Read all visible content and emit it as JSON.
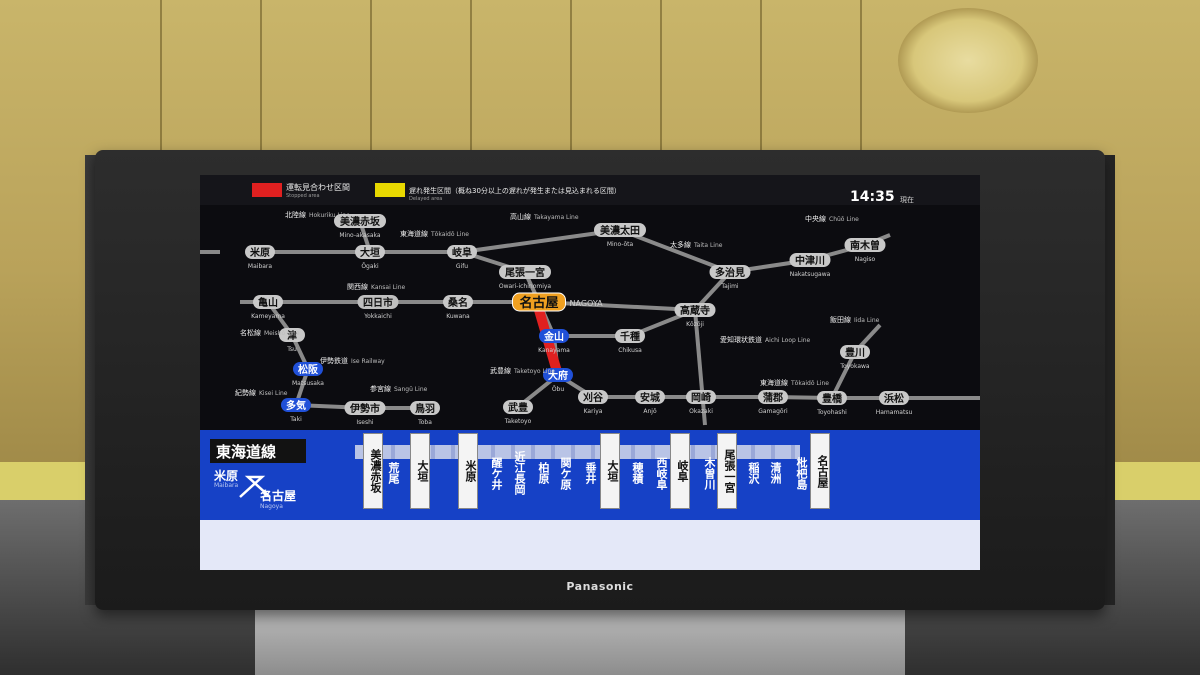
{
  "legend": {
    "stopped_label": "運転見合わせ区間",
    "stopped_sub": "Stopped area",
    "delayed_label": "遅れ発生区間（概ね30分以上の遅れが発生または見込まれる区間）",
    "delayed_sub": "Delayed area",
    "stopped_color": "#e02020",
    "delayed_color": "#e8d800"
  },
  "clock": {
    "time": "14:35",
    "suffix": "現在"
  },
  "brand": "Panasonic",
  "map": {
    "lines": [
      {
        "jp": "北陸線",
        "en": "Hokuriku Line"
      },
      {
        "jp": "東海道線",
        "en": "Tōkaidō Line"
      },
      {
        "jp": "高山線",
        "en": "Takayama Line"
      },
      {
        "jp": "太多線",
        "en": "Taita Line"
      },
      {
        "jp": "中央線",
        "en": "Chūō Line"
      },
      {
        "jp": "関西線",
        "en": "Kansai Line"
      },
      {
        "jp": "伊勢鉄道",
        "en": "Ise Railway"
      },
      {
        "jp": "名松線",
        "en": "Meishō Line"
      },
      {
        "jp": "紀勢線",
        "en": "Kisei Line"
      },
      {
        "jp": "参宮線",
        "en": "Sangū Line"
      },
      {
        "jp": "武豊線",
        "en": "Taketoyo Line"
      },
      {
        "jp": "愛知環状鉄道",
        "en": "Aichi Loop Line"
      },
      {
        "jp": "飯田線",
        "en": "Iida Line"
      },
      {
        "jp": "東海道線",
        "en": "Tōkaidō Line"
      }
    ],
    "stations": [
      {
        "jp": "米原",
        "en": "Maibara"
      },
      {
        "jp": "大垣",
        "en": "Ōgaki"
      },
      {
        "jp": "美濃赤坂",
        "en": "Mino-akasaka"
      },
      {
        "jp": "岐阜",
        "en": "Gifu"
      },
      {
        "jp": "尾張一宮",
        "en": "Owari-ichinomiya"
      },
      {
        "jp": "美濃太田",
        "en": "Mino-ōta"
      },
      {
        "jp": "多治見",
        "en": "Tajimi"
      },
      {
        "jp": "中津川",
        "en": "Nakatsugawa"
      },
      {
        "jp": "南木曽",
        "en": "Nagiso"
      },
      {
        "jp": "亀山",
        "en": "Kameyama"
      },
      {
        "jp": "四日市",
        "en": "Yokkaichi"
      },
      {
        "jp": "桑名",
        "en": "Kuwana"
      },
      {
        "jp": "名古屋",
        "en": "NAGOYA"
      },
      {
        "jp": "高蔵寺",
        "en": "Kōzōji"
      },
      {
        "jp": "津",
        "en": "Tsu"
      },
      {
        "jp": "金山",
        "en": "Kanayama"
      },
      {
        "jp": "千種",
        "en": "Chikusa"
      },
      {
        "jp": "松阪",
        "en": "Matsusaka"
      },
      {
        "jp": "大府",
        "en": "Ōbu"
      },
      {
        "jp": "豊川",
        "en": "Toyokawa"
      },
      {
        "jp": "多気",
        "en": "Taki"
      },
      {
        "jp": "伊勢市",
        "en": "Iseshi"
      },
      {
        "jp": "鳥羽",
        "en": "Toba"
      },
      {
        "jp": "刈谷",
        "en": "Kariya"
      },
      {
        "jp": "安城",
        "en": "Anjō"
      },
      {
        "jp": "岡崎",
        "en": "Okazaki"
      },
      {
        "jp": "蒲郡",
        "en": "Gamagōri"
      },
      {
        "jp": "豊橋",
        "en": "Toyohashi"
      },
      {
        "jp": "浜松",
        "en": "Hamamatsu"
      },
      {
        "jp": "武豊",
        "en": "Taketoyo"
      }
    ]
  },
  "strip": {
    "line_name": "東海道線",
    "from": "米原",
    "from_en": "Maibara",
    "to": "名古屋",
    "to_en": "Nagoya",
    "stations": [
      "美濃赤坂",
      "荒尾",
      "大垣",
      "米原",
      "醒ケ井",
      "近江長岡",
      "柏原",
      "関ケ原",
      "垂井",
      "大垣",
      "穂積",
      "西岐阜",
      "岐阜",
      "木曽川",
      "尾張一宮",
      "稲沢",
      "清洲",
      "枇杷島",
      "名古屋"
    ]
  }
}
